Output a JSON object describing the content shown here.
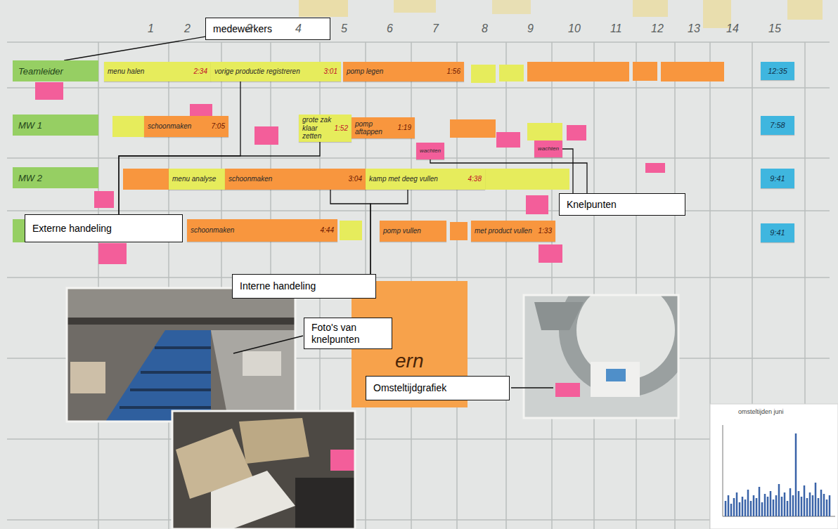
{
  "diagram": {
    "nodes": [
      {
        "text": [
          "medewerkers"
        ]
      },
      {
        "text": [
          "Teamleider"
        ]
      },
      {
        "text": [
          "menu halen",
          "2:34"
        ]
      },
      {
        "text": [
          "vorige productie registreren",
          "3:01"
        ]
      },
      {
        "text": [
          "pomp legen",
          "1:56"
        ]
      },
      {
        "text": [
          "12:35"
        ]
      },
      {
        "text": [
          "MW 1"
        ]
      },
      {
        "text": [
          "schoonmaken",
          "7:05"
        ]
      },
      {
        "text": [
          "grote zak klaar zetten",
          "1:52"
        ]
      },
      {
        "text": [
          "pomp aftappen",
          "1:19"
        ]
      },
      {
        "text": [
          "7:58"
        ]
      },
      {
        "text": [
          "wachten"
        ]
      },
      {
        "text": [
          "MW 2"
        ]
      },
      {
        "text": [
          "menu analyse"
        ]
      },
      {
        "text": [
          "schoonmaken",
          "3:04"
        ]
      },
      {
        "text": [
          "kamp met deeg vullen",
          "4:38"
        ]
      },
      {
        "text": [
          "9:41"
        ]
      },
      {
        "text": [
          "Knelpunten"
        ]
      },
      {
        "text": [
          "wachten"
        ]
      },
      {
        "text": [
          "Externe handeling"
        ]
      },
      {
        "text": [
          "schoonmaken",
          "4:44"
        ]
      },
      {
        "text": [
          "pomp vullen"
        ]
      },
      {
        "text": [
          "met product vullen",
          "1:33"
        ]
      },
      {
        "text": [
          "9:41"
        ]
      },
      {
        "text": [
          "Interne handeling"
        ]
      },
      {
        "text": [
          "Foto's van knelpunten"
        ]
      },
      {
        "text": [
          "Omsteltijdgrafiek"
        ]
      }
    ],
    "edges": [
      {
        "from": 0,
        "to": 1,
        "arrow": "none"
      },
      {
        "from": 19,
        "to": 3,
        "arrow": "none"
      },
      {
        "from": 19,
        "to": 8,
        "arrow": "none"
      },
      {
        "from": 24,
        "to": 14,
        "arrow": "none"
      },
      {
        "from": 24,
        "to": 15,
        "arrow": "none"
      },
      {
        "from": 17,
        "to": 11,
        "arrow": "none"
      },
      {
        "from": 17,
        "to": 18,
        "arrow": "none"
      }
    ],
    "labels": [
      "1",
      "2",
      "3",
      "4",
      "5",
      "6",
      "7",
      "8",
      "9",
      "10",
      "11",
      "12",
      "13",
      "14",
      "15",
      "ern",
      "omsteltijden juni"
    ]
  }
}
